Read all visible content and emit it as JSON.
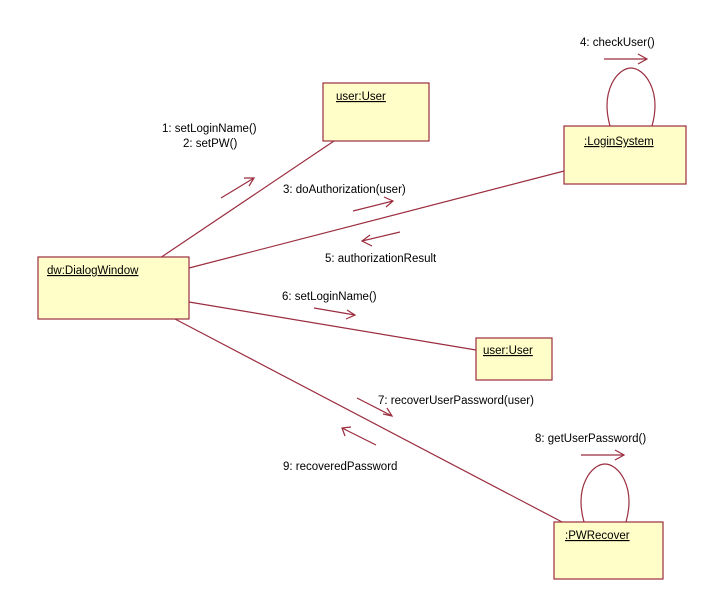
{
  "objects": {
    "dialog_window": "dw:DialogWindow",
    "user_top": "user:User",
    "login_system": ":LoginSystem",
    "user_mid": "user:User",
    "pw_recover": ":PWRecover"
  },
  "messages": {
    "m1": "1: setLoginName()",
    "m2": "2: setPW()",
    "m3": "3: doAuthorization(user)",
    "m4": "4: checkUser()",
    "m5": "5: authorizationResult",
    "m6": "6: setLoginName()",
    "m7": "7: recoverUserPassword(user)",
    "m8": "8: getUserPassword()",
    "m9": "9: recoveredPassword"
  },
  "colors": {
    "line": "#9b2d3f",
    "object_fill": "#fffec8"
  }
}
